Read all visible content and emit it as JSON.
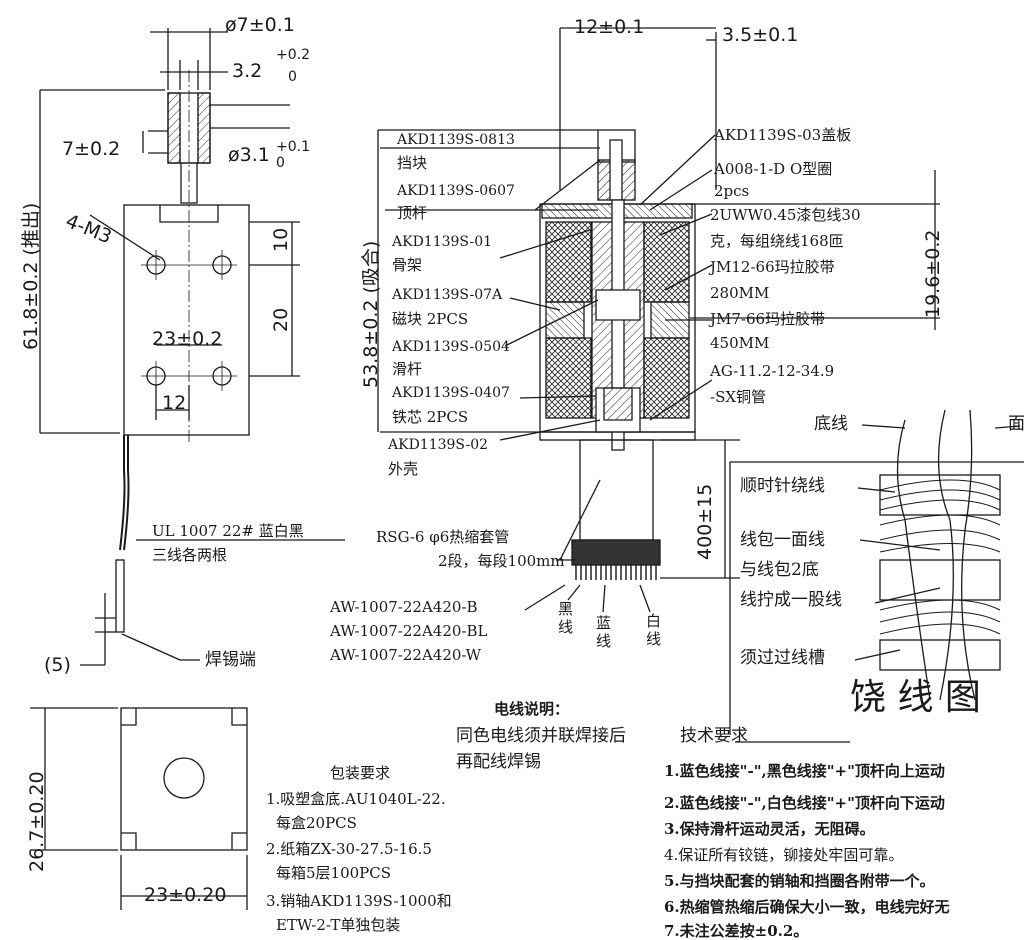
{
  "top_view": {
    "d_phi7": "ø7±0.1",
    "d_32_base": "3.2",
    "d_32_tol_up": "+0.2",
    "d_32_tol_dn": "0",
    "d_7": "7±0.2",
    "d_phi31_base": "ø3.1",
    "d_phi31_tol_up": "+0.1",
    "d_phi31_tol_dn": "0",
    "d_4m3": "4-M3",
    "d_618": "61.8±0.2 (推出)",
    "d_10": "10",
    "d_20": "20",
    "d_23": "23±0.2",
    "d_12": "12",
    "wire_spec_1": "UL 1007 22#  蓝白黑",
    "wire_spec_2": "三线各两根",
    "d_5": "(5)",
    "solder_end": "焊锡端"
  },
  "section": {
    "d_12": "12±0.1",
    "d_35": "3.5±0.1",
    "d_538": "53.8±0.2 (吸合)",
    "d_196": "19.6±0.2",
    "d_400": "400±15",
    "left_labels": [
      "AKD1139S-0813",
      "挡块",
      "AKD1139S-0607",
      "顶杆",
      "AKD1139S-01",
      "骨架",
      "AKD1139S-07A",
      "磁块 2PCS",
      "AKD1139S-0504",
      "滑杆",
      "AKD1139S-0407",
      "铁芯 2PCS",
      "AKD1139S-02",
      "外壳"
    ],
    "right_labels": [
      "AKD1139S-03盖板",
      "A008-1-D O型圈",
      "2pcs",
      "2UWW0.45漆包线30",
      "克，每组绕线168匝",
      "JM12-66玛拉胶带",
      "280MM",
      "JM7-66玛拉胶带",
      "450MM",
      "AG-11.2-12-34.9",
      "-SX铜管"
    ],
    "sleeve_1": "RSG-6  φ6热缩套管",
    "sleeve_2": "2段，每段100mm",
    "wires": [
      "AW-1007-22A420-B",
      "AW-1007-22A420-BL",
      "AW-1007-22A420-W"
    ],
    "color_black": "黑线",
    "color_blue": "蓝线",
    "color_white": "白线"
  },
  "winding": {
    "bottom_wire": "底线",
    "face_wire": "面",
    "clockwise": "顺时针绕线",
    "note_1": "线包一面线",
    "note_2": "与线包2底",
    "note_3": "线拧成一股线",
    "note_4": "须过过线槽",
    "title": "饶 线 图"
  },
  "bottom_view": {
    "d_267": "26.7±0.20",
    "d_23": "23±0.20"
  },
  "packing": {
    "title": "包装要求",
    "items": [
      "1.吸塑盒底.AU1040L-22.",
      "每盒20PCS",
      "2.纸箱ZX-30-27.5-16.5",
      "每箱5层100PCS",
      "3.销轴AKD1139S-1000和",
      "ETW-2-T单独包装"
    ]
  },
  "wire_note": {
    "title": "电线说明：",
    "line1": "同色电线须并联焊接后",
    "line2": "再配线焊锡"
  },
  "tech": {
    "title": "技术要求",
    "items": [
      "1.蓝色线接\"-\",黑色线接\"+\"顶杆向上运动",
      "2.蓝色线接\"-\",白色线接\"+\"顶杆向下运动",
      "3.保持滑杆运动灵活，无阻碍。",
      "4.保证所有铰链，铆接处牢固可靠。",
      "5.与挡块配套的销轴和挡圈各附带一个。",
      "6.热缩管热缩后确保大小一致，电线完好无",
      "7.未注公差按±0.2。"
    ]
  }
}
